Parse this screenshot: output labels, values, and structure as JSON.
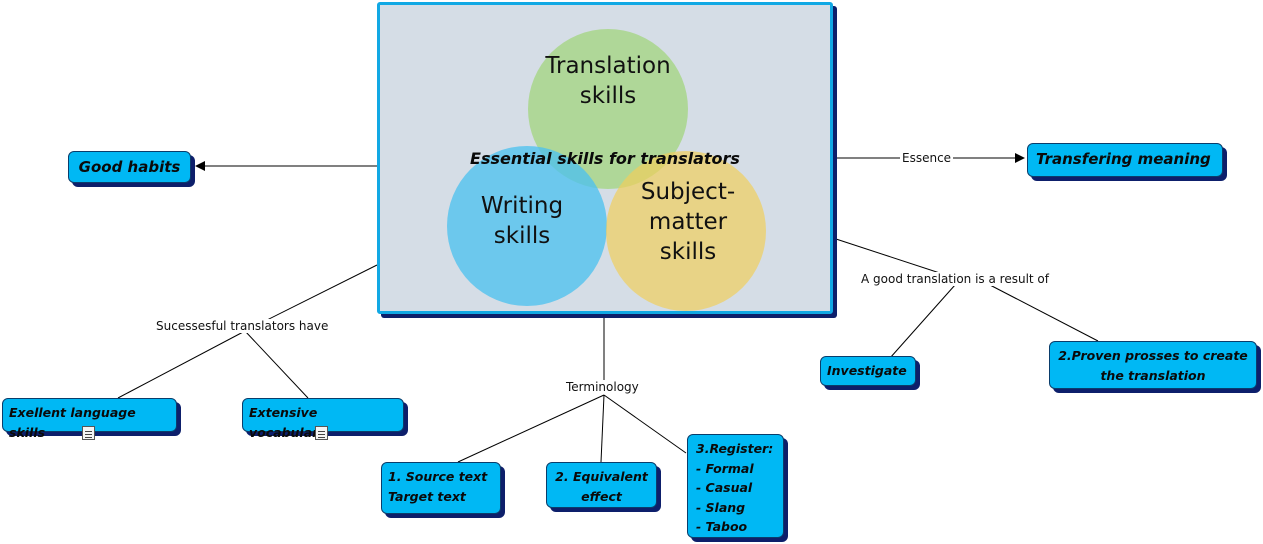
{
  "central": {
    "title": "Essential skills for translators",
    "circles": [
      {
        "name": "translation",
        "label": "Translation\nskills",
        "color": "#a8d68a"
      },
      {
        "name": "writing",
        "label": "Writing\nskills",
        "color": "#4ec1ee"
      },
      {
        "name": "subject-matter",
        "label": "Subject-\nmatter\nskills",
        "color": "#f0cf5c"
      }
    ]
  },
  "nodes": {
    "good_habits": "Good habits",
    "transfering_meaning": "Transfering meaning",
    "language_skills": "Exellent language skills",
    "vocabulary": "Extensive vocabulary",
    "investigate": "Investigate",
    "proven_process": "2.Proven prosses to create\nthe translation",
    "source_target": "1. Source text\n   Target text",
    "equivalent_effect": "2. Equivalent\neffect",
    "register": "3.Register:\n- Formal\n- Casual\n- Slang\n- Taboo"
  },
  "links": {
    "essence": "Essence",
    "good_translation": "A good translation is a result of",
    "successful": "Sucessesful translators have",
    "terminology": "Terminology"
  },
  "icons": {
    "document": "document-icon",
    "arrow": "arrow-head-icon"
  },
  "colors": {
    "node_fill": "#00b8f4",
    "node_shadow": "#0d1f6b",
    "central_border": "#11a8e4",
    "central_fill": "#d5dde6"
  }
}
